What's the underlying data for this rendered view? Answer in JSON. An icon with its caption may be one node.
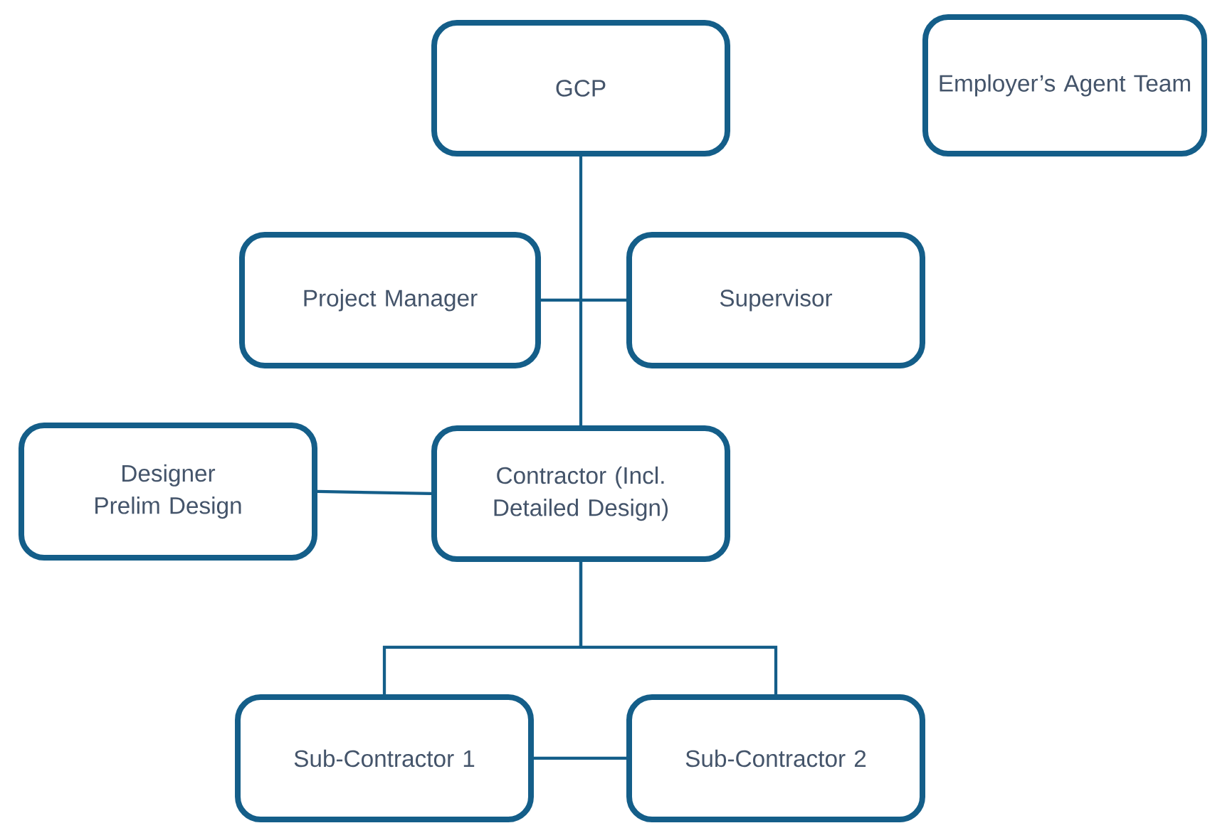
{
  "diagram": {
    "nodes": [
      {
        "text": [
          "GCP"
        ]
      },
      {
        "text": [
          "Employer’s Agent Team"
        ]
      },
      {
        "text": [
          "Project Manager"
        ]
      },
      {
        "text": [
          "Supervisor"
        ]
      },
      {
        "text": [
          "Designer Prelim Design"
        ]
      },
      {
        "text": [
          "Contractor (Incl. Detailed Design)"
        ]
      },
      {
        "text": [
          "Sub-Contractor 1"
        ]
      },
      {
        "text": [
          "Sub-Contractor 2"
        ]
      }
    ],
    "edges": [
      {
        "from": 0,
        "to": 5,
        "arrow": "none"
      },
      {
        "from": 2,
        "to": 3,
        "arrow": "none"
      },
      {
        "from": 4,
        "to": 5,
        "arrow": "none"
      },
      {
        "from": 5,
        "to": 6,
        "arrow": "none"
      },
      {
        "from": 5,
        "to": 7,
        "arrow": "none"
      },
      {
        "from": 6,
        "to": 7,
        "arrow": "none"
      }
    ]
  }
}
